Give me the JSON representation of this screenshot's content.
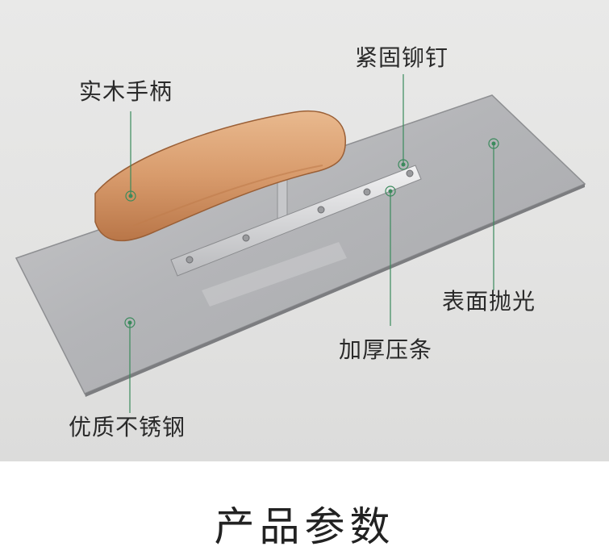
{
  "callouts": {
    "handle": "实木手柄",
    "rivet": "紧固铆钉",
    "polished": "表面抛光",
    "strip": "加厚压条",
    "steel": "优质不锈钢"
  },
  "section_title": "产品参数",
  "colors": {
    "callout_line": "#3a8a5c",
    "background": "#e6e6e5"
  }
}
